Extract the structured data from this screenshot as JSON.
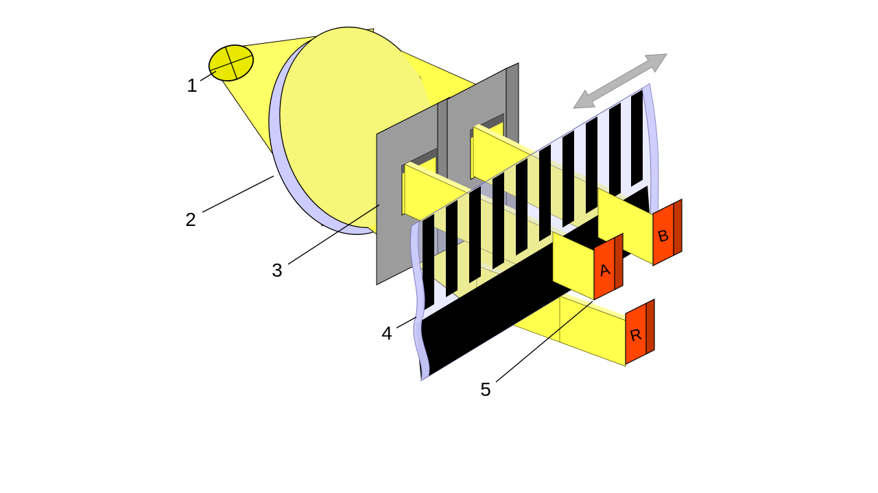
{
  "diagram": {
    "labels": {
      "n1": "1",
      "n2": "2",
      "n3": "3",
      "n4": "4",
      "n5": "5"
    },
    "detectors": {
      "a": "A",
      "b": "B",
      "r": "R"
    },
    "colors": {
      "beam_yellow": "#FFFF4D",
      "beam_top_yellow": "#FFFF99",
      "cone_yellow": "#FFFF66",
      "lens_face_yellow": "#F6F678",
      "lavender": "#CCCCFF",
      "mask_gray_front": "#9C9C9C",
      "mask_gray_top": "#6E6E6E",
      "mask_gray_side": "#858585",
      "hole_inner_gray": "#5E5E5E",
      "scale_black": "#000000",
      "detector_front": "#FF4500",
      "detector_top": "#FF7348",
      "detector_side": "#C33500",
      "arrow_gray": "#B8B8B8",
      "bulb_yellow": "#E8E800",
      "background": "#FFFFFF"
    }
  }
}
